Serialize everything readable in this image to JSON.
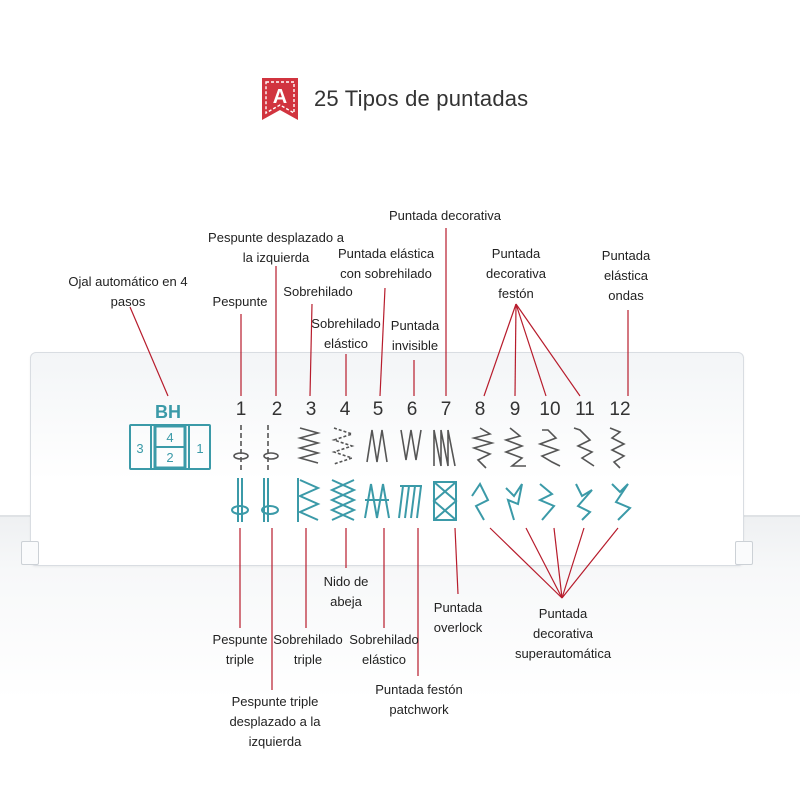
{
  "header": {
    "badge_letter": "A",
    "title": "25 Tipos de puntadas",
    "badge_color": "#d1343f"
  },
  "panel": {
    "bh_label": "BH",
    "bh_steps": [
      "3",
      "4",
      "2",
      "1"
    ],
    "numbers": [
      "1",
      "2",
      "3",
      "4",
      "5",
      "6",
      "7",
      "8",
      "9",
      "10",
      "11",
      "12"
    ],
    "stitch_color_top": "#555555",
    "stitch_color_bottom": "#3b9aa8",
    "line_color": "#b71c2c"
  },
  "labels_top": {
    "ojal": [
      "Ojal automático en 4",
      "pasos"
    ],
    "pespunte": [
      "Pespunte"
    ],
    "pespunte_desplazado": [
      "Pespunte desplazado a",
      "la izquierda"
    ],
    "sobrehilado": [
      "Sobrehilado"
    ],
    "sobrehilado_elastico": [
      "Sobrehilado",
      "elástico"
    ],
    "puntada_elastica_sobrehilado": [
      "Puntada elástica",
      "con sobrehilado"
    ],
    "puntada_invisible": [
      "Puntada",
      "invisible"
    ],
    "puntada_decorativa": [
      "Puntada decorativa"
    ],
    "puntada_decorativa_feston": [
      "Puntada",
      "decorativa",
      "festón"
    ],
    "puntada_elastica_ondas": [
      "Puntada",
      "elástica",
      "ondas"
    ]
  },
  "labels_bottom": {
    "pespunte_triple": [
      "Pespunte",
      "triple"
    ],
    "pespunte_triple_desplazado": [
      "Pespunte triple",
      "desplazado a la",
      "izquierda"
    ],
    "sobrehilado_triple": [
      "Sobrehilado",
      "triple"
    ],
    "nido_abeja": [
      "Nido de",
      "abeja"
    ],
    "sobrehilado_elastico": [
      "Sobrehilado",
      "elástico"
    ],
    "puntada_feston_patchwork": [
      "Puntada festón",
      "patchwork"
    ],
    "puntada_overlock": [
      "Puntada",
      "overlock"
    ],
    "puntada_decorativa_superautomatica": [
      "Puntada",
      "decorativa",
      "superautomática"
    ]
  }
}
